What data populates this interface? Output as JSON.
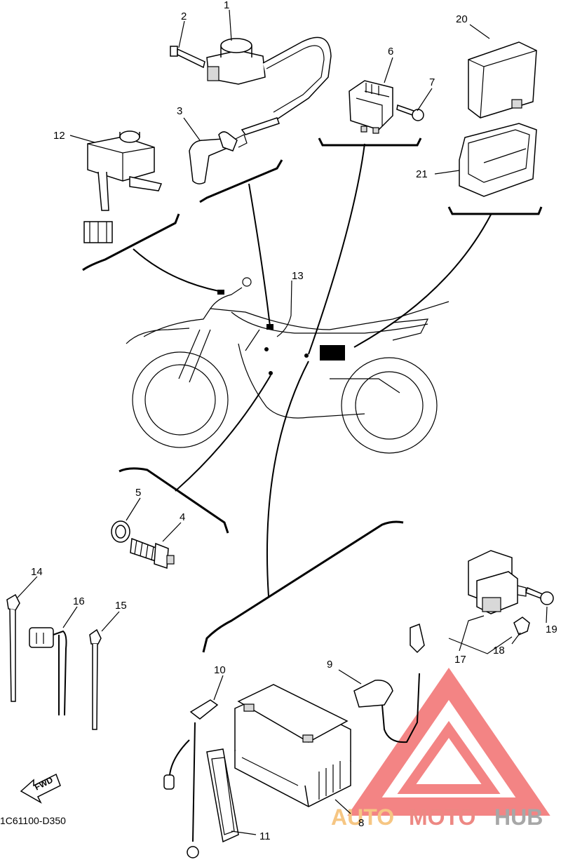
{
  "callouts": [
    {
      "id": "c1",
      "label": "1"
    },
    {
      "id": "c2",
      "label": "2"
    },
    {
      "id": "c3",
      "label": "3"
    },
    {
      "id": "c4",
      "label": "4"
    },
    {
      "id": "c5",
      "label": "5"
    },
    {
      "id": "c6",
      "label": "6"
    },
    {
      "id": "c7",
      "label": "7"
    },
    {
      "id": "c8",
      "label": "8"
    },
    {
      "id": "c9",
      "label": "9"
    },
    {
      "id": "c10",
      "label": "10"
    },
    {
      "id": "c11",
      "label": "11"
    },
    {
      "id": "c12",
      "label": "12"
    },
    {
      "id": "c13",
      "label": "13"
    },
    {
      "id": "c14",
      "label": "14"
    },
    {
      "id": "c15",
      "label": "15"
    },
    {
      "id": "c16",
      "label": "16"
    },
    {
      "id": "c17",
      "label": "17"
    },
    {
      "id": "c18",
      "label": "18"
    },
    {
      "id": "c19",
      "label": "19"
    },
    {
      "id": "c20",
      "label": "20"
    },
    {
      "id": "c21",
      "label": "21"
    }
  ],
  "diagram_code": "1C61100-D350",
  "fwd_label": "FWD",
  "watermark": {
    "part1": "AUTO",
    "part2": "MOTO",
    "part3": "HUB"
  }
}
